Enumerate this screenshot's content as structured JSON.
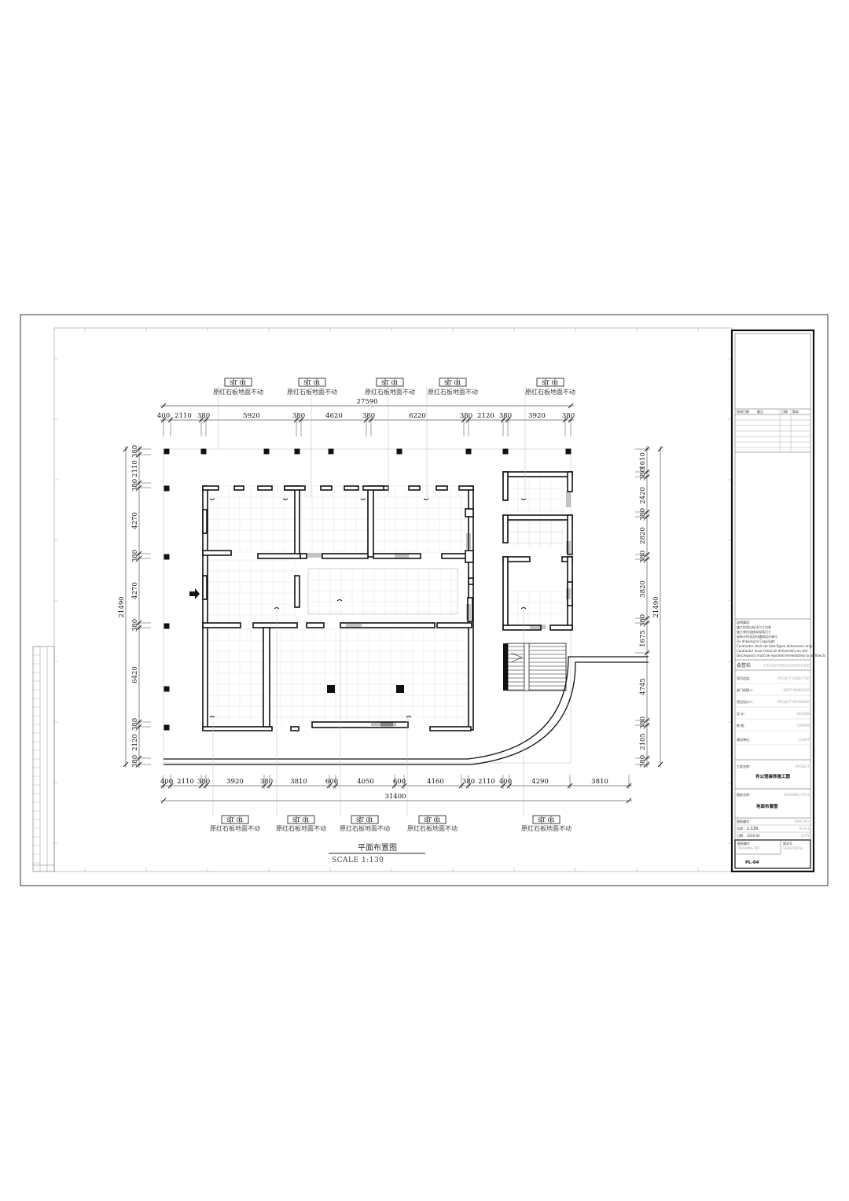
{
  "drawing": {
    "title": "平面布置图",
    "scale": "SCALE 1:130",
    "tag_code": "ST  01",
    "floor_note": "原红石板地面不动",
    "top_overall": "27590",
    "top_dims": [
      "400",
      "2110",
      "380",
      "5920",
      "380",
      "4620",
      "380",
      "6220",
      "380",
      "2120",
      "380",
      "3920",
      "380"
    ],
    "bottom_overall": "31400",
    "bottom_dims": [
      "400",
      "2110",
      "380",
      "3920",
      "380",
      "3810",
      "600",
      "4050",
      "600",
      "4160",
      "380",
      "2110",
      "400",
      "4290",
      "3810"
    ],
    "left_overall": "21490",
    "left_dims": [
      "380",
      "2110",
      "380",
      "4270",
      "380",
      "4270",
      "380",
      "6420",
      "380",
      "2120",
      "380"
    ],
    "right_overall": "21490",
    "right_dims": [
      "1610",
      "380",
      "2420",
      "380",
      "2820",
      "380",
      "3820",
      "380",
      "1675",
      "4745",
      "380",
      "2105",
      "380"
    ]
  },
  "title_block": {
    "rev_headers": [
      "修改日期",
      "备注",
      "日期",
      "版本"
    ],
    "notes": [
      "说明事项：",
      "施工时须以标注尺寸为准",
      "施工单位须核实现场尺寸",
      "如有不符须及时通知设计单位",
      "Fix drawing to Copyright",
      "Contractor shall not take figure dimensions only",
      "Contractor must check all dimensions on site",
      "Discrepancy must be reported immediately to architects"
    ],
    "sign_label": "会签栏",
    "sign_label_en": "COUNTERSIGNATURE",
    "roles": [
      {
        "cn": "项目总监：",
        "en": "PROJECT DIRECTOR"
      },
      {
        "cn": "部门经理人：",
        "en": "DEPT MANAGER"
      },
      {
        "cn": "项目设计人：",
        "en": "PROJECT DESIGNER"
      },
      {
        "cn": "设    计：",
        "en": "DESIGN"
      },
      {
        "cn": "绘    图：",
        "en": "DRAWN"
      },
      {
        "cn": "建设单位：",
        "en": "CLIENT"
      }
    ],
    "project_label": "工程名称：",
    "project_label_en": "PROJECT",
    "project_name": "肖公馆装饰施工图",
    "drawing_label": "图纸名称：",
    "drawing_label_en": "DRAWING TITLE",
    "drawing_name": "地面布置图",
    "scale_row": [
      {
        "cn": "图纸编号：",
        "en": "DWG NO."
      },
      {
        "cn": "比例：",
        "val": "1:130",
        "en": "SCALE"
      },
      {
        "cn": "日期：",
        "val": "2020.04",
        "en": "DATE"
      }
    ],
    "sheet_label": "图纸编号",
    "sheet_label_en": "DRAWING NO.",
    "ver_label": "版本号",
    "ver_label_en": "VERSION No.",
    "sheet_no": "PL-04"
  }
}
